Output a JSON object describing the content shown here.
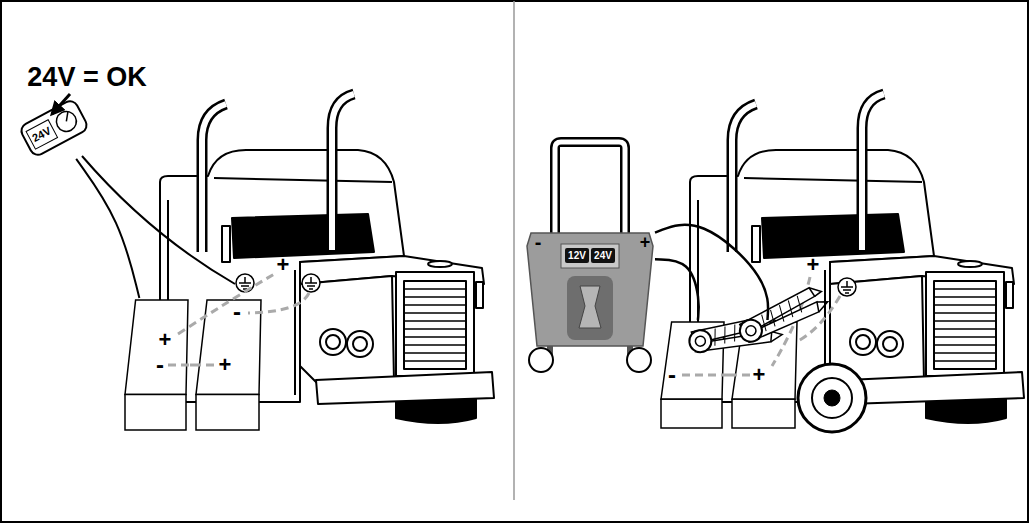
{
  "diagram": {
    "nodes": [
      {
        "text": [
          "24V"
        ]
      },
      {
        "text": [
          "+",
          "-"
        ]
      },
      {
        "text": [
          "-",
          "+"
        ]
      },
      {
        "text": [
          "-",
          "+"
        ]
      },
      {
        "text": [
          "12V"
        ],
        "in": 3
      },
      {
        "text": [
          "24V"
        ],
        "in": 3
      },
      {
        "text": [
          "-"
        ]
      },
      {
        "text": [
          "+"
        ]
      }
    ],
    "edges": [
      {
        "from": 0,
        "to": 1,
        "arrow": "none"
      },
      {
        "from": 1,
        "to": 2,
        "arrow": "none"
      },
      {
        "from": 3,
        "to": 6,
        "arrow": "none"
      },
      {
        "from": 3,
        "to": 7,
        "arrow": "none"
      },
      {
        "from": 6,
        "to": 7,
        "arrow": "none"
      }
    ],
    "labels": [
      "24V = OK",
      "+",
      "+"
    ]
  }
}
